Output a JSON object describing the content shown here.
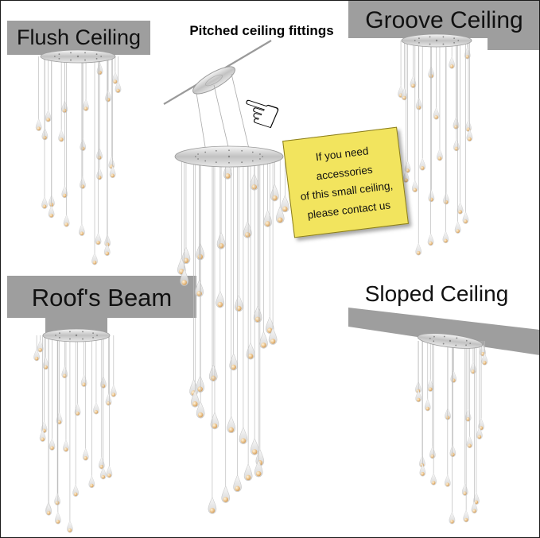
{
  "panels": {
    "flush": {
      "label": "Flush Ceiling"
    },
    "groove": {
      "label": "Groove Ceiling"
    },
    "beam": {
      "label": "Roof's Beam"
    },
    "sloped": {
      "label": "Sloped Ceiling"
    },
    "pitched": {
      "label": "Pitched ceiling fittings",
      "note": {
        "line1": "If you need accessories",
        "line2": "of this small ceiling,",
        "line3": "please contact us"
      }
    }
  },
  "icons": {
    "pointing_hand": "☜"
  },
  "colors": {
    "ceiling_gray": "#9e9e9e",
    "note_yellow": "#f2e45e",
    "drop_amber": "#eabf85",
    "wire": "#bdbdbd",
    "canopy_silver": "#d9d9d9",
    "label_text": "#111111"
  }
}
